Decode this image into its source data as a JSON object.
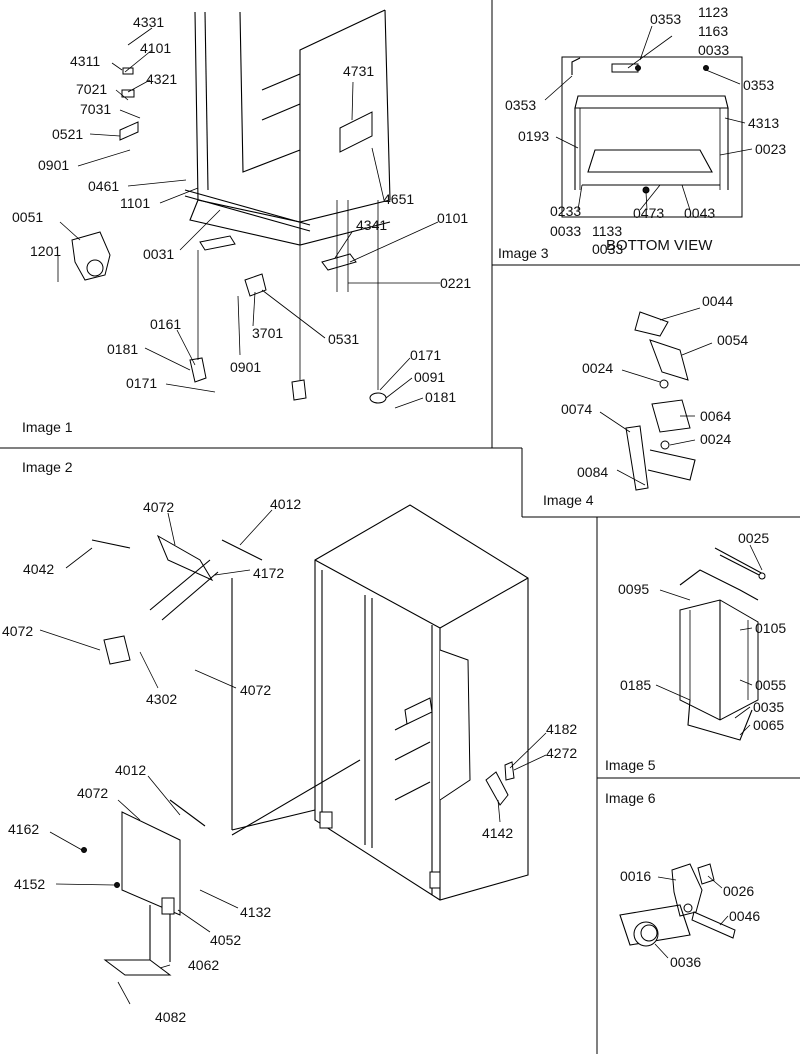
{
  "panels": {
    "image1": "Image 1",
    "image2": "Image 2",
    "image3": "Image 3",
    "image4": "Image 4",
    "image5": "Image 5",
    "image6": "Image 6"
  },
  "bottom_view": "BOTTOM VIEW",
  "callouts": {
    "p1": [
      "4331",
      "4101",
      "4311",
      "4321",
      "7021",
      "7031",
      "0521",
      "0901",
      "0461",
      "1101",
      "0051",
      "1201",
      "0031",
      "4731",
      "4651",
      "4341",
      "0101",
      "0221",
      "0161",
      "0181",
      "0171",
      "0901",
      "3701",
      "0531",
      "0171",
      "0091",
      "0181"
    ],
    "p3": [
      "1123",
      "1163",
      "0033",
      "0353",
      "0353",
      "0353",
      "4313",
      "0193",
      "0023",
      "0233",
      "0033",
      "1133",
      "0033",
      "0473",
      "0043"
    ],
    "p4": [
      "0044",
      "0054",
      "0024",
      "0074",
      "0064",
      "0024",
      "0084"
    ],
    "p2": [
      "4072",
      "4012",
      "4042",
      "4172",
      "4072",
      "4302",
      "4072",
      "4182",
      "4272",
      "4142",
      "4012",
      "4072",
      "4162",
      "4152",
      "4132",
      "4052",
      "4062",
      "4082"
    ],
    "p5": [
      "0025",
      "0095",
      "0105",
      "0055",
      "0185",
      "0035",
      "0065"
    ],
    "p6": [
      "0016",
      "0026",
      "0046",
      "0036"
    ]
  }
}
